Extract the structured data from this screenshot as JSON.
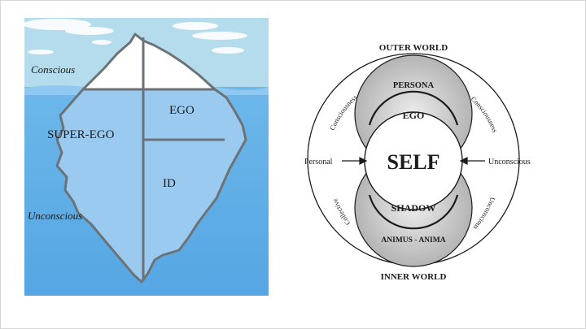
{
  "iceberg": {
    "conscious_label": "Conscious",
    "unconscious_label": "Unconscious",
    "ego_label": "EGO",
    "superego_label": "SUPER-EGO",
    "id_label": "ID",
    "colors": {
      "sky": "#b5dced",
      "water": "#5aa9e4",
      "water_surface": "#8fc8f0",
      "ice_above": "#ffffff",
      "ice_below": "#9bcaf0",
      "outline": "#6b7378"
    }
  },
  "psyche": {
    "outer_world": "OUTER WORLD",
    "inner_world": "INNER WORLD",
    "persona": "PERSONA",
    "ego": "EGO",
    "self": "SELF",
    "shadow": "SHADOW",
    "animus_anima": "ANIMUS - ANIMA",
    "personal": "Personal",
    "unconscious": "Unconscious",
    "consciousness_left": "Consciousness",
    "consciousness_right": "Consciousness",
    "collective": "Collective",
    "unconscious_arc": "Unconscious",
    "colors": {
      "ink": "#1b1b1b",
      "shade_light": "#e6e6e6",
      "shade_dark": "#a8a8a8"
    }
  }
}
